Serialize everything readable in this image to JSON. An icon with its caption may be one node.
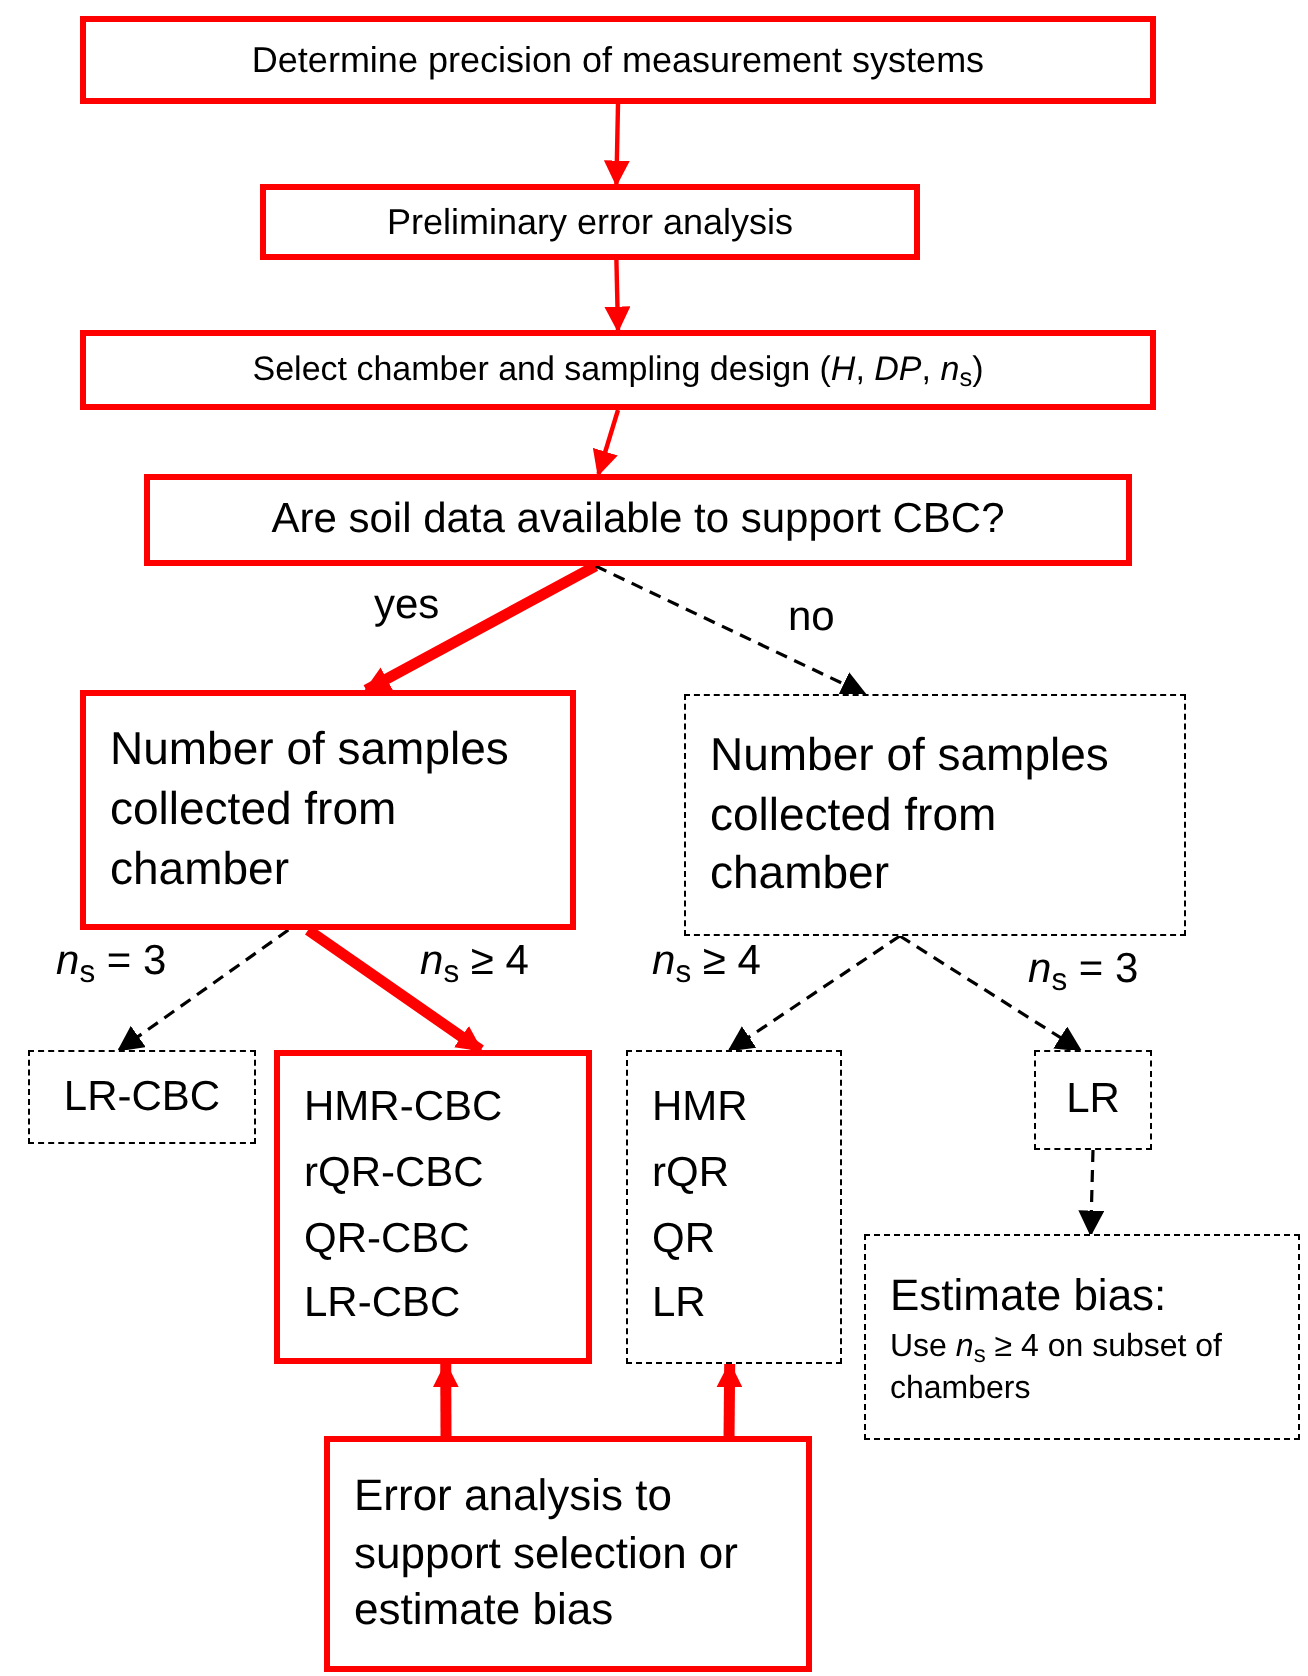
{
  "diagram": {
    "nodes": [
      {
        "text": [
          "Determine precision of measurement systems"
        ]
      },
      {
        "text": [
          "Preliminary error analysis"
        ]
      },
      {
        "text": [
          "Select chamber and sampling design (*H*, *DP*, *n*$_{s}$)"
        ]
      },
      {
        "text": [
          "Are soil data available to support CBC?"
        ]
      },
      {
        "text": [
          "Number of samples collected from chamber"
        ]
      },
      {
        "text": [
          "Number of samples collected from chamber"
        ]
      },
      {
        "text": [
          "LR-CBC"
        ]
      },
      {
        "text": [
          "HMR-CBC",
          "rQR-CBC",
          "QR-CBC",
          "LR-CBC"
        ]
      },
      {
        "text": [
          "HMR",
          "rQR",
          "QR",
          "LR"
        ]
      },
      {
        "text": [
          "LR"
        ]
      },
      {
        "text": [
          "Estimate bias:",
          "Use *n*$_{s}$ ≥ 4 on subset of chambers"
        ]
      },
      {
        "text": [
          "Error analysis to support selection or estimate bias"
        ]
      }
    ],
    "edges": [
      {
        "from": 0,
        "to": 1,
        "arrow": "to"
      },
      {
        "from": 1,
        "to": 2,
        "arrow": "to"
      },
      {
        "from": 2,
        "to": 3,
        "arrow": "to"
      },
      {
        "from": 3,
        "to": 4,
        "arrow": "to",
        "label": "yes",
        "style": "thick"
      },
      {
        "from": 3,
        "to": 5,
        "arrow": "to",
        "label": "no",
        "style": "dashed",
        "color": "#000000"
      },
      {
        "from": 4,
        "to": 6,
        "arrow": "to",
        "label": "*n*$_{s}$ = 3",
        "style": "dashed",
        "color": "#000000"
      },
      {
        "from": 4,
        "to": 7,
        "arrow": "to",
        "label": "*n*$_{s}$ ≥ 4",
        "style": "thick"
      },
      {
        "from": 5,
        "to": 8,
        "arrow": "to",
        "label": "*n*$_{s}$ ≥ 4",
        "style": "dashed",
        "color": "#000000"
      },
      {
        "from": 5,
        "to": 9,
        "arrow": "to",
        "label": "*n*$_{s}$ = 3",
        "style": "dashed",
        "color": "#000000"
      },
      {
        "from": 9,
        "to": 10,
        "arrow": "to",
        "style": "dashed",
        "color": "#000000"
      },
      {
        "from": 11,
        "to": 7,
        "arrow": "to",
        "style": "thick"
      },
      {
        "from": 11,
        "to": 8,
        "arrow": "to",
        "style": "thick"
      }
    ]
  }
}
